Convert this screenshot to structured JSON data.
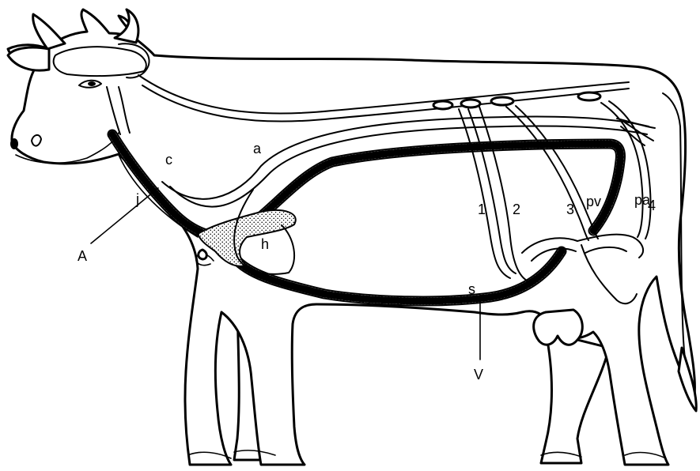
{
  "labels": {
    "a": "a",
    "c": "c",
    "j": "j",
    "A": "A",
    "h": "h",
    "n1": "1",
    "n2": "2",
    "n3": "3",
    "n4": "4",
    "pv": "pv",
    "pa": "pa",
    "s": "s",
    "V": "V"
  }
}
